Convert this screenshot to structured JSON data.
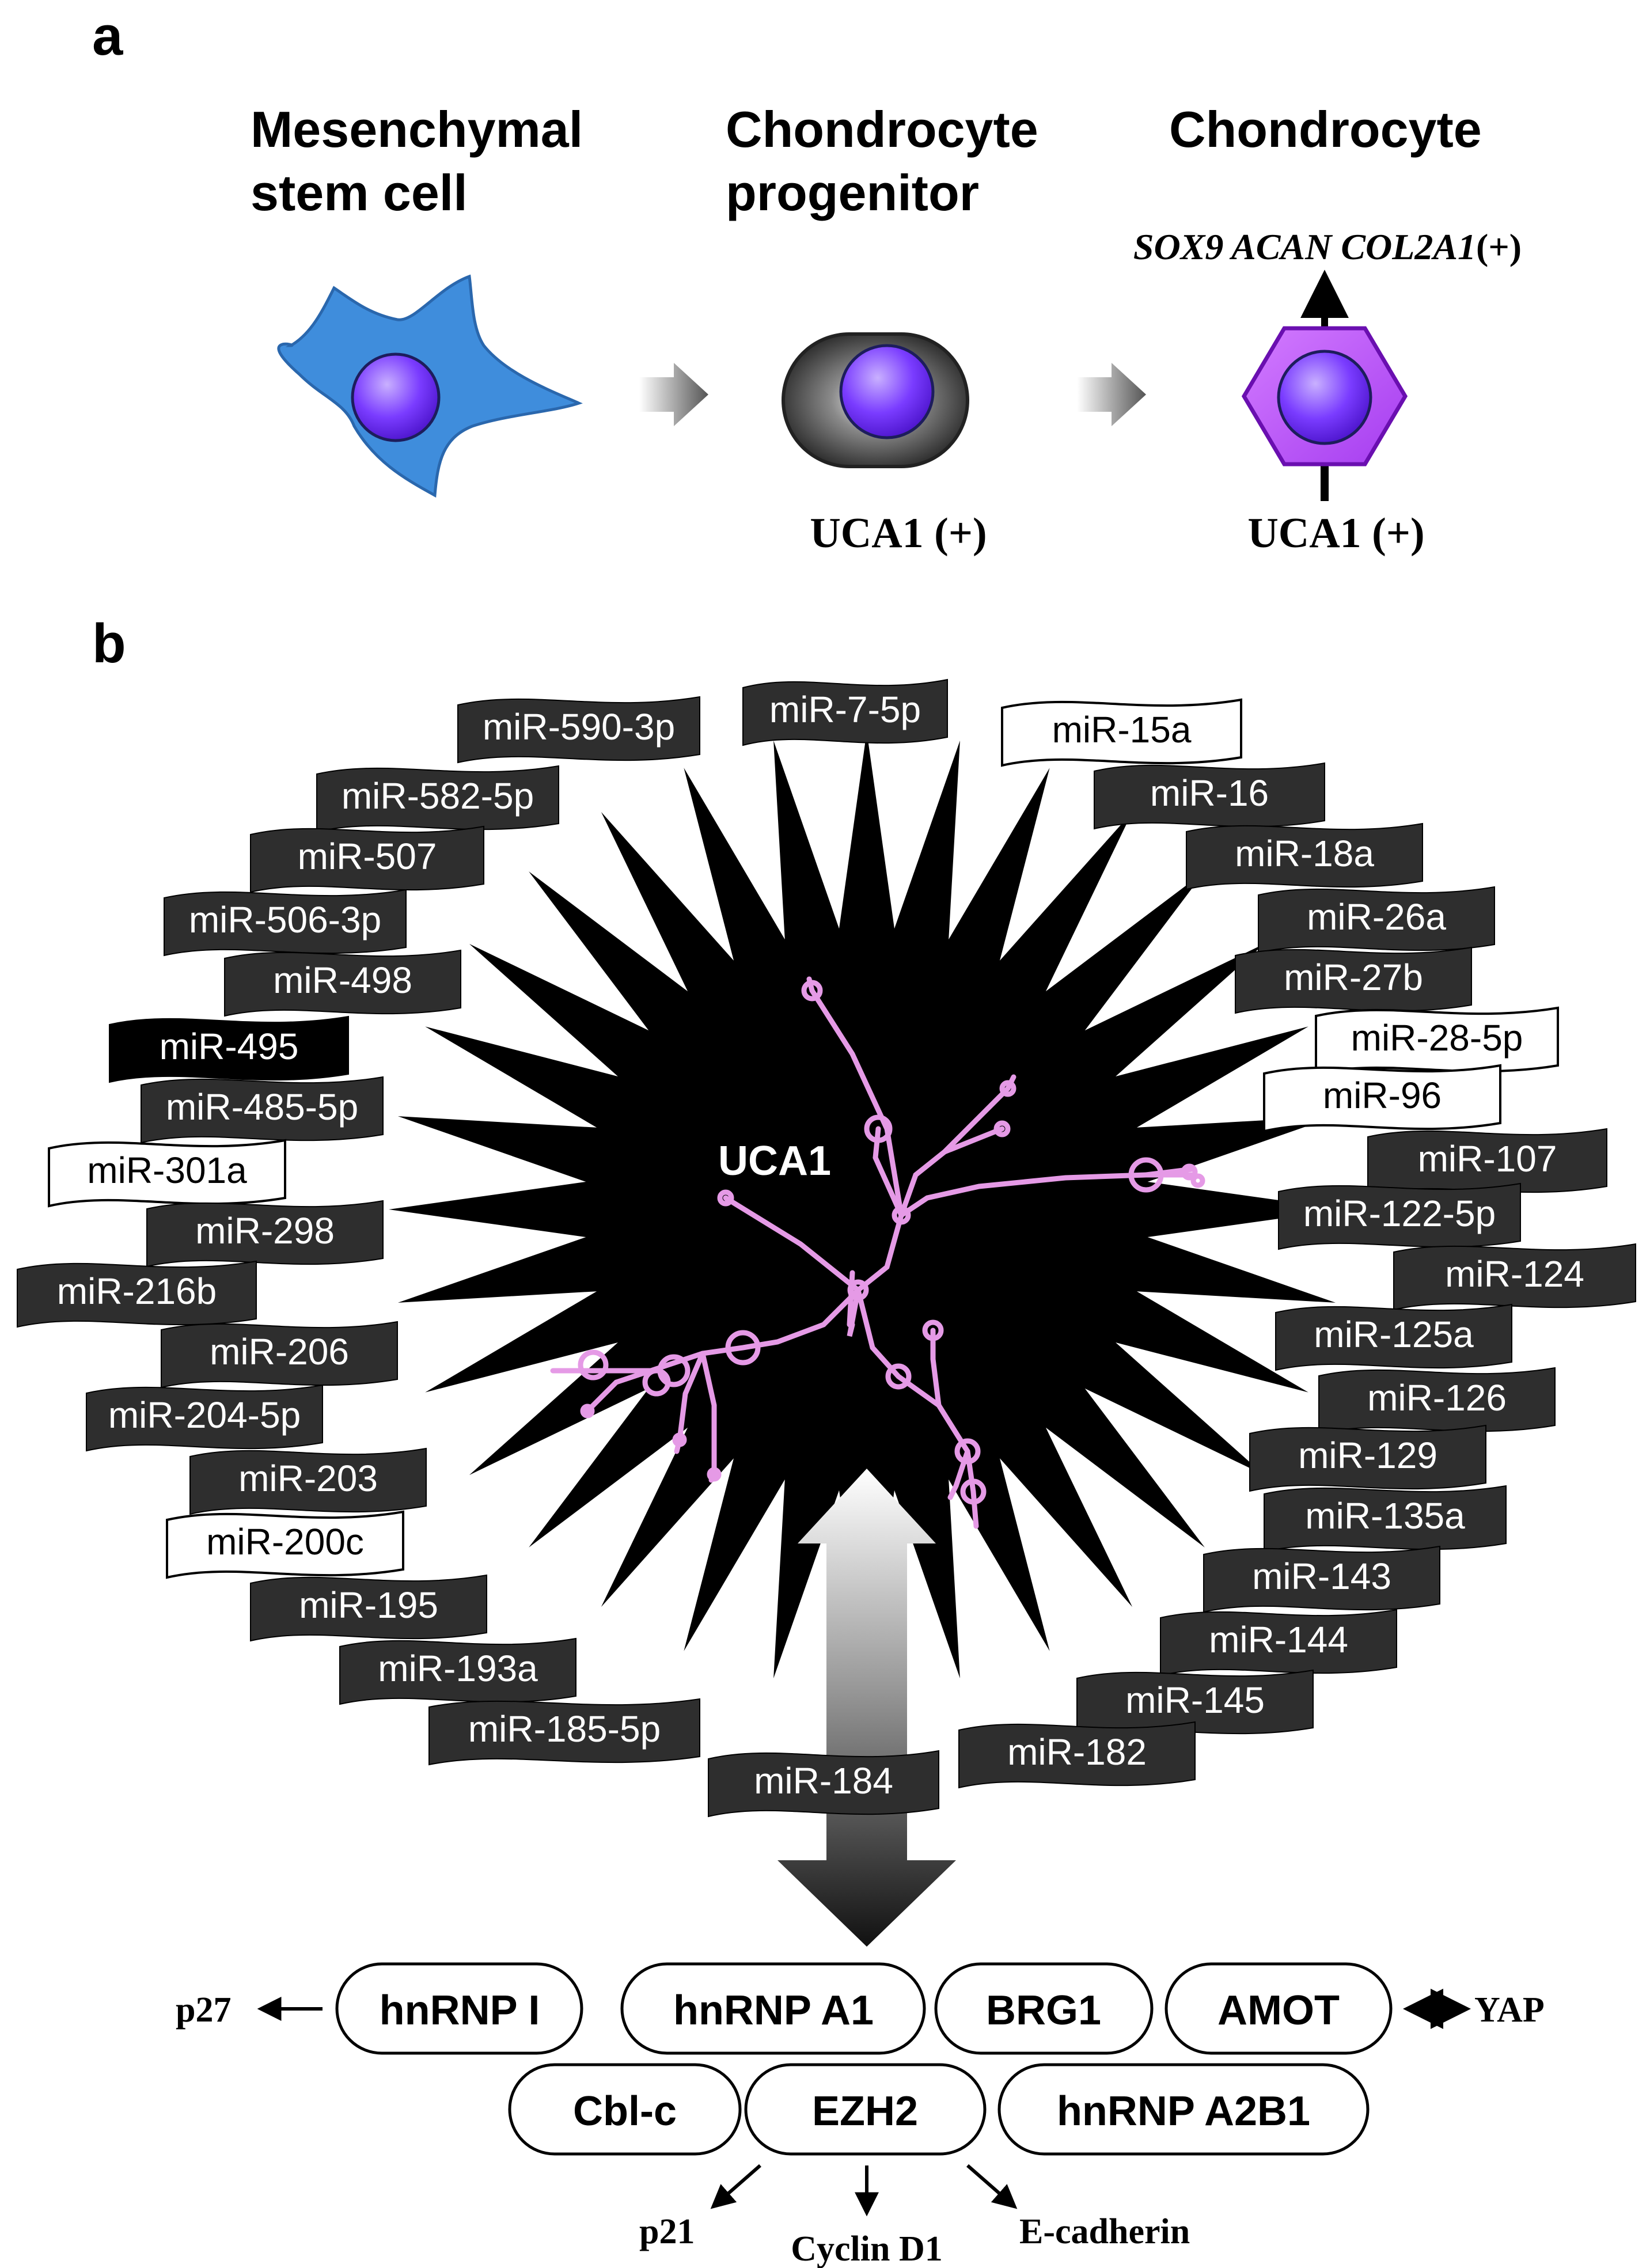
{
  "panel_a": {
    "label": "a",
    "stages": [
      {
        "title_line1": "Mesenchymal",
        "title_line2": "stem cell"
      },
      {
        "title_line1": "Chondrocyte",
        "title_line2": "progenitor"
      },
      {
        "title_line1": "Chondrocyte",
        "title_line2": ""
      }
    ],
    "progenitor_marker": "UCA1 (+)",
    "chondrocyte_marker": "UCA1 (+)",
    "genes_italic": "SOX9 ACAN COL2A1",
    "genes_suffix": "(+)",
    "colors": {
      "msc_fill": "#3f8ddc",
      "nucleus_fill": "#7a3cff",
      "chondrocyte_fill": "#b64cff",
      "progenitor_fill": "#1a1a1a"
    }
  },
  "panel_b": {
    "label": "b",
    "center_label": "UCA1",
    "mirnas": [
      {
        "text": "miR-590-3p",
        "style": "dark"
      },
      {
        "text": "miR-7-5p",
        "style": "dark"
      },
      {
        "text": "miR-15a",
        "style": "white"
      },
      {
        "text": "miR-582-5p",
        "style": "dark"
      },
      {
        "text": "miR-16",
        "style": "dark"
      },
      {
        "text": "miR-507",
        "style": "dark"
      },
      {
        "text": "miR-18a",
        "style": "dark"
      },
      {
        "text": "miR-506-3p",
        "style": "dark"
      },
      {
        "text": "miR-26a",
        "style": "dark"
      },
      {
        "text": "miR-498",
        "style": "dark"
      },
      {
        "text": "miR-27b",
        "style": "dark"
      },
      {
        "text": "miR-495",
        "style": "black"
      },
      {
        "text": "miR-28-5p",
        "style": "white"
      },
      {
        "text": "miR-485-5p",
        "style": "dark"
      },
      {
        "text": "miR-96",
        "style": "white"
      },
      {
        "text": "miR-301a",
        "style": "white"
      },
      {
        "text": "miR-107",
        "style": "dark"
      },
      {
        "text": "miR-298",
        "style": "dark"
      },
      {
        "text": "miR-122-5p",
        "style": "dark"
      },
      {
        "text": "miR-216b",
        "style": "dark"
      },
      {
        "text": "miR-124",
        "style": "dark"
      },
      {
        "text": "miR-206",
        "style": "dark"
      },
      {
        "text": "miR-125a",
        "style": "dark"
      },
      {
        "text": "miR-204-5p",
        "style": "dark"
      },
      {
        "text": "miR-126",
        "style": "dark"
      },
      {
        "text": "miR-203",
        "style": "dark"
      },
      {
        "text": "miR-129",
        "style": "dark"
      },
      {
        "text": "miR-200c",
        "style": "white"
      },
      {
        "text": "miR-135a",
        "style": "dark"
      },
      {
        "text": "miR-195",
        "style": "dark"
      },
      {
        "text": "miR-143",
        "style": "dark"
      },
      {
        "text": "miR-193a",
        "style": "dark"
      },
      {
        "text": "miR-144",
        "style": "dark"
      },
      {
        "text": "miR-185-5p",
        "style": "dark"
      },
      {
        "text": "miR-145",
        "style": "dark"
      },
      {
        "text": "miR-184",
        "style": "dark"
      },
      {
        "text": "miR-182",
        "style": "dark"
      }
    ],
    "proteins_row1": [
      "hnRNP I",
      "hnRNP A1",
      "BRG1",
      "AMOT"
    ],
    "proteins_row2": [
      "Cbl-c",
      "EZH2",
      "hnRNP A2B1"
    ],
    "p27": "p27",
    "yap": "YAP",
    "p21": "p21",
    "cyclin": "Cyclin D1",
    "ecadherin": "E-cadherin",
    "colors": {
      "dark_label": "#2e2e2e",
      "black_label": "#000000",
      "structure_line": "#e59ae6"
    }
  }
}
